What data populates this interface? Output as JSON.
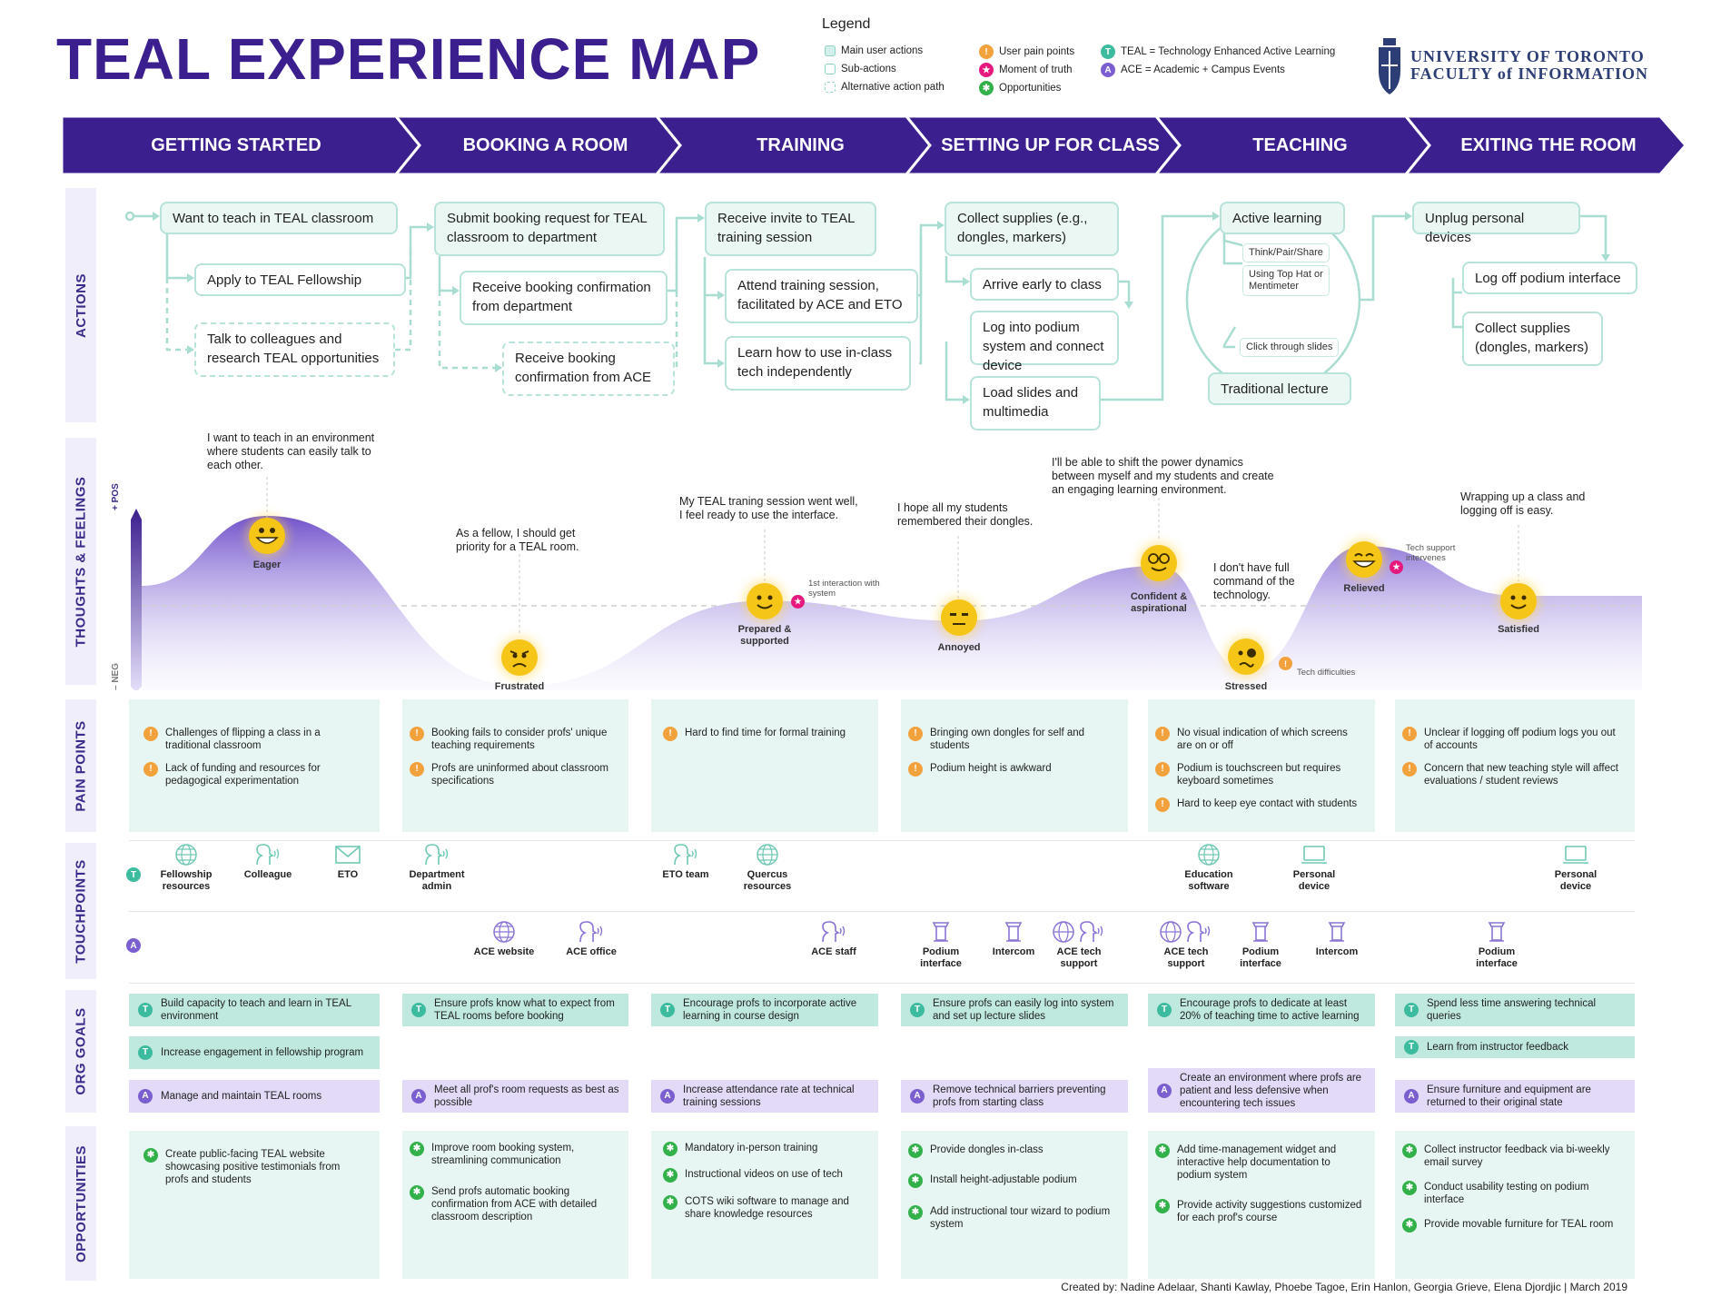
{
  "title": "TEAL EXPERIENCE MAP",
  "legend": {
    "heading": "Legend",
    "items": {
      "main": "Main user actions",
      "sub": "Sub-actions",
      "alt": "Alternative action path",
      "pain": "User pain points",
      "moment": "Moment of truth",
      "opp": "Opportunities",
      "teal_def": "TEAL = Technology Enhanced Active Learning",
      "ace_def": "ACE = Academic + Campus Events"
    }
  },
  "org": {
    "line1": "UNIVERSITY OF TORONTO",
    "line2": "FACULTY of INFORMATION"
  },
  "colors": {
    "brand_purple": "#3b1f8e",
    "teal": "#b7e3da",
    "pain": "#f2a23c",
    "moment": "#e6187d",
    "opportunity": "#32b14a",
    "ace": "#7b5fd0"
  },
  "phases": [
    "GETTING STARTED",
    "BOOKING A ROOM",
    "TRAINING",
    "SETTING UP FOR CLASS",
    "TEACHING",
    "EXITING THE ROOM"
  ],
  "row_labels": {
    "actions": "ACTIONS",
    "thoughts": "THOUGHTS & FEELINGS",
    "pain": "PAIN POINTS",
    "touch": "TOUCHPOINTS",
    "goals": "ORG GOALS",
    "opps": "OPPORTUNITIES"
  },
  "axis": {
    "pos": "+ POS",
    "neg": "– NEG"
  },
  "actions": {
    "a1": "Want to teach in TEAL classroom",
    "a2": "Apply to TEAL Fellowship",
    "a3": "Talk to colleagues and research TEAL opportunities",
    "b1": "Submit booking request for TEAL classroom to department",
    "b2": "Receive booking confirmation from department",
    "b3": "Receive booking confirmation from ACE",
    "c1": "Receive invite to TEAL training session",
    "c2": "Attend training session, facilitated by ACE and ETO",
    "c3": "Learn how to use in-class tech independently",
    "d1": "Collect supplies (e.g., dongles, markers)",
    "d2": "Arrive early to class",
    "d3": "Log into podium system and connect device",
    "d4": "Load slides and multimedia",
    "e1": "Active learning",
    "e2": "Think/Pair/Share",
    "e3": "Using Top Hat or Mentimeter",
    "e4": "Click through slides",
    "e5": "Traditional lecture",
    "f1": "Unplug personal devices",
    "f2": "Log off podium interface",
    "f3": "Collect supplies (dongles, markers)"
  },
  "quotes": {
    "q1": "I want to teach in an environment where students can easily talk to each other.",
    "q2": "As a fellow, I should get priority for a TEAL room.",
    "q3": "My TEAL traning session went well, I feel ready to use the interface.",
    "q4": "I hope all my students remembered their dongles.",
    "q5": "I'll be able to shift the power dynamics between myself and my students and create an engaging learning environment.",
    "q6": "I don't have full command of the technology.",
    "q7": "Wrapping up a class and logging off is easy."
  },
  "emotions": {
    "eager": "Eager",
    "frustrated": "Frustrated",
    "prepared": "Prepared & supported",
    "annoyed": "Annoyed",
    "confident": "Confident & aspirational",
    "stressed": "Stressed",
    "relieved": "Relieved",
    "satisfied": "Satisfied"
  },
  "emotion_scores": [
    0.9,
    -0.8,
    0.05,
    -0.15,
    0.4,
    -0.65,
    0.6,
    0.1
  ],
  "notes": {
    "first": "1st interaction with system",
    "techsup": "Tech support intervenes",
    "techdiff": "Tech difficulties"
  },
  "pain_points": [
    [
      "Challenges of flipping a class in a traditional classroom",
      "Lack of funding and resources for pedagogical experimentation"
    ],
    [
      "Booking fails to consider profs' unique teaching requirements",
      "Profs are uninformed about classroom specifications"
    ],
    [
      "Hard to find time for formal training"
    ],
    [
      "Bringing own dongles for self and students",
      "Podium height is awkward"
    ],
    [
      "No visual indication of which screens are on or off",
      "Podium is touchscreen but requires keyboard sometimes",
      "Hard to keep eye contact with students"
    ],
    [
      "Unclear if logging off podium logs you out of accounts",
      "Concern that new teaching style will affect evaluations / student reviews"
    ]
  ],
  "touchpoints": {
    "teal": {
      "fellowship": "Fellowship resources",
      "colleague": "Colleague",
      "eto": "ETO",
      "dept": "Department admin",
      "eto_team": "ETO team",
      "quercus": "Quercus resources",
      "edu": "Education software",
      "pd1": "Personal device",
      "pd2": "Personal device"
    },
    "ace": {
      "website": "ACE website",
      "office": "ACE office",
      "staff": "ACE staff",
      "podium1": "Podium interface",
      "intercom1": "Intercom",
      "techsup1": "ACE tech support",
      "techsup2": "ACE tech support",
      "podium2": "Podium interface",
      "intercom2": "Intercom",
      "podium3": "Podium interface"
    }
  },
  "org_goals": {
    "g1t1": "Build capacity to teach and learn in TEAL environment",
    "g1t2": "Increase engagement in fellowship program",
    "g1a": "Manage and maintain TEAL rooms",
    "g2t": "Ensure profs know what to expect from TEAL rooms before booking",
    "g2a": "Meet all prof's room requests as best as possible",
    "g3t": "Encourage profs to incorporate active learning in course design",
    "g3a": "Increase attendance rate at technical training sessions",
    "g4t": "Ensure profs can easily log into system and set up lecture slides",
    "g4a": "Remove technical barriers preventing profs from starting class",
    "g5t": "Encourage profs to dedicate at least 20% of teaching time to active learning",
    "g5a": "Create an environment where profs are patient and less defensive when encountering tech issues",
    "g6t1": "Spend less time answering technical queries",
    "g6t2": "Learn from instructor feedback",
    "g6a": "Ensure furniture and equipment are returned to their original state"
  },
  "opportunities": [
    [
      "Create public-facing TEAL website showcasing positive testimonials from profs and students"
    ],
    [
      "Improve room booking system, streamlining communication",
      "Send profs automatic booking confirmation from ACE with detailed classroom description"
    ],
    [
      "Mandatory in-person training",
      "Instructional videos on use of tech",
      "COTS wiki software to manage and share knowledge resources"
    ],
    [
      "Provide dongles in-class",
      "Install height-adjustable podium",
      "Add instructional tour wizard to podium system"
    ],
    [
      "Add time-management widget and interactive help documentation to podium system",
      "Provide activity suggestions customized for each prof's course"
    ],
    [
      "Collect instructor feedback via bi-weekly email survey",
      "Conduct usability testing on podium interface",
      "Provide movable furniture for TEAL room"
    ]
  ],
  "footer": "Created by: Nadine Adelaar, Shanti Kawlay, Phoebe Tagoe, Erin Hanlon, Georgia Grieve, Elena Djordjic   |   March 2019"
}
